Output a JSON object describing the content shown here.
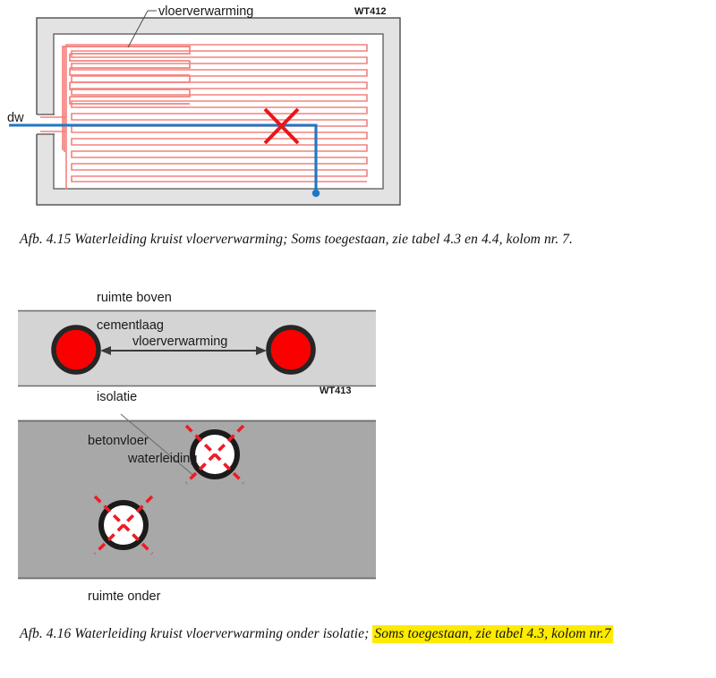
{
  "document": {
    "language": "nl",
    "background_color": "#ffffff"
  },
  "figure_415": {
    "id": "afb-4-15",
    "tag": "WT412",
    "labels": {
      "heating": "vloerverwarming",
      "water_pipe": "dw"
    },
    "colors": {
      "wall_fill": "#e3e3e3",
      "wall_stroke": "#4d4d4d",
      "room_fill": "#ffffff",
      "heating_pipe": "#f4827e",
      "water_pipe": "#1f77c4",
      "cross_mark": "#e8161a"
    },
    "caption": {
      "prefix": "Afb. 4.15 ",
      "text": "Waterleiding kruist vloerverwarming; Soms toegestaan, zie tabel 4.3 en 4.4, kolom nr. 7.",
      "highlighted": false
    }
  },
  "figure_416": {
    "id": "afb-4-16",
    "tag": "WT413",
    "labels": {
      "space_above": "ruimte boven",
      "cement_layer": "cementlaag",
      "heating": "vloerverwarming",
      "insulation": "isolatie",
      "concrete_floor": "betonvloer",
      "water_pipe": "waterleiding",
      "space_below": "ruimte onder"
    },
    "colors": {
      "cement_layer_fill": "#d4d4d4",
      "concrete_floor_fill": "#a8a8a8",
      "layer_stroke": "#6b6b6b",
      "heating_pipe_fill": "#fb0000",
      "pipe_ring": "#262626",
      "water_pipe_fill": "#ffffff",
      "cross_mark": "#ee1c25",
      "arrow": "#3a3a3a",
      "leader": "#6e6e6e"
    },
    "caption": {
      "prefix": "Afb. 4.16 ",
      "text_plain": "Waterleiding kruist vloerverwarming onder isolatie; ",
      "text_highlighted": "Soms toegestaan, zie tabel 4.3, kolom nr.7",
      "highlighted": true,
      "highlight_color": "#ffeb00"
    }
  }
}
